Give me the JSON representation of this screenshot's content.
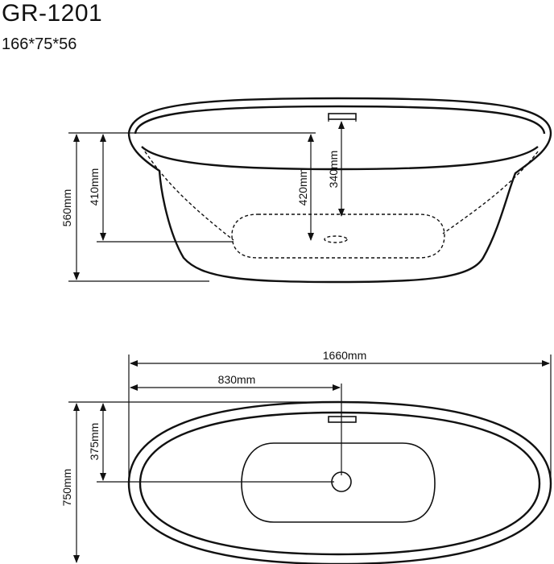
{
  "header": {
    "model": "GR-1201",
    "size": "166*75*56"
  },
  "side_view": {
    "total_height": "560mm",
    "inner_depth": "410mm",
    "drain_depth": "420mm",
    "overflow_depth": "340mm"
  },
  "top_view": {
    "length": "1660mm",
    "half_length": "830mm",
    "half_width": "375mm",
    "width": "750mm"
  }
}
